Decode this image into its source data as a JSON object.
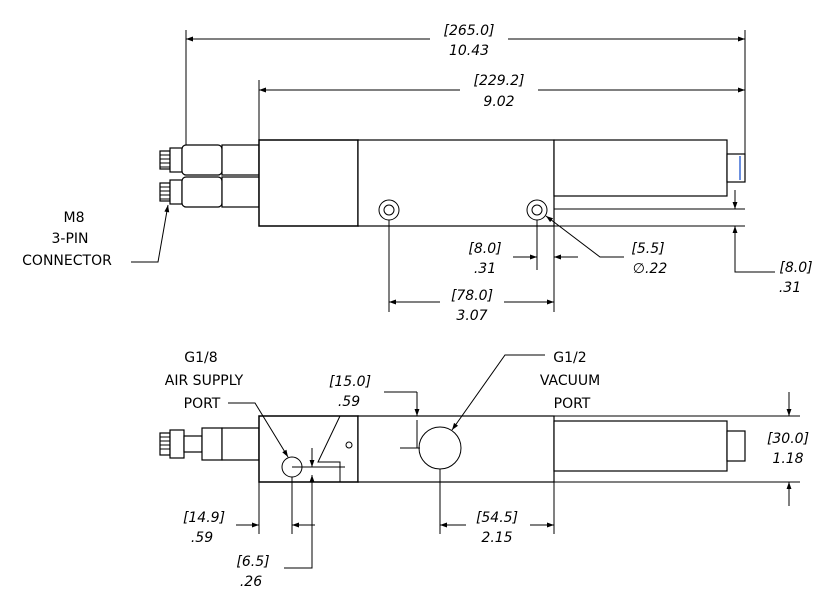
{
  "dimensions": {
    "overall_length": {
      "mm": "[265.0]",
      "in": "10.43"
    },
    "body_length": {
      "mm": "[229.2]",
      "in": "9.02"
    },
    "hole_offset": {
      "mm": "[8.0]",
      "in": ".31"
    },
    "hole_diameter": {
      "mm": "[5.5]",
      "in": "∅.22"
    },
    "hole_spacing": {
      "mm": "[78.0]",
      "in": "3.07"
    },
    "right_offset": {
      "mm": "[8.0]",
      "in": ".31"
    },
    "vacuum_port_height": {
      "mm": "[15.0]",
      "in": ".59"
    },
    "height": {
      "mm": "[30.0]",
      "in": "1.18"
    },
    "air_port_position": {
      "mm": "[14.9]",
      "in": ".59"
    },
    "air_port_offset": {
      "mm": "[6.5]",
      "in": ".26"
    },
    "vacuum_port_position": {
      "mm": "[54.5]",
      "in": "2.15"
    }
  },
  "labels": {
    "connector": [
      "M8",
      "3-PIN",
      "CONNECTOR"
    ],
    "air_supply": [
      "G1/8",
      "AIR SUPPLY",
      "PORT"
    ],
    "vacuum": [
      "G1/2",
      "VACUUM",
      "PORT"
    ]
  }
}
